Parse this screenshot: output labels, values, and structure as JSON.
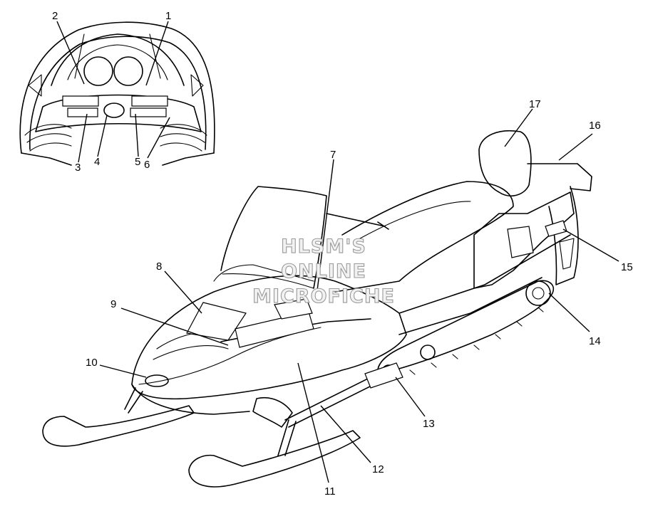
{
  "watermark": {
    "line1": "HLSM'S",
    "line2": "ONLINE",
    "line3": "MICROFICHE"
  },
  "callouts": {
    "c1": "1",
    "c2": "2",
    "c3": "3",
    "c4": "4",
    "c5": "5",
    "c6": "6",
    "c7": "7",
    "c8": "8",
    "c9": "9",
    "c10": "10",
    "c11": "11",
    "c12": "12",
    "c13": "13",
    "c14": "14",
    "c15": "15",
    "c16": "16",
    "c17": "17"
  }
}
